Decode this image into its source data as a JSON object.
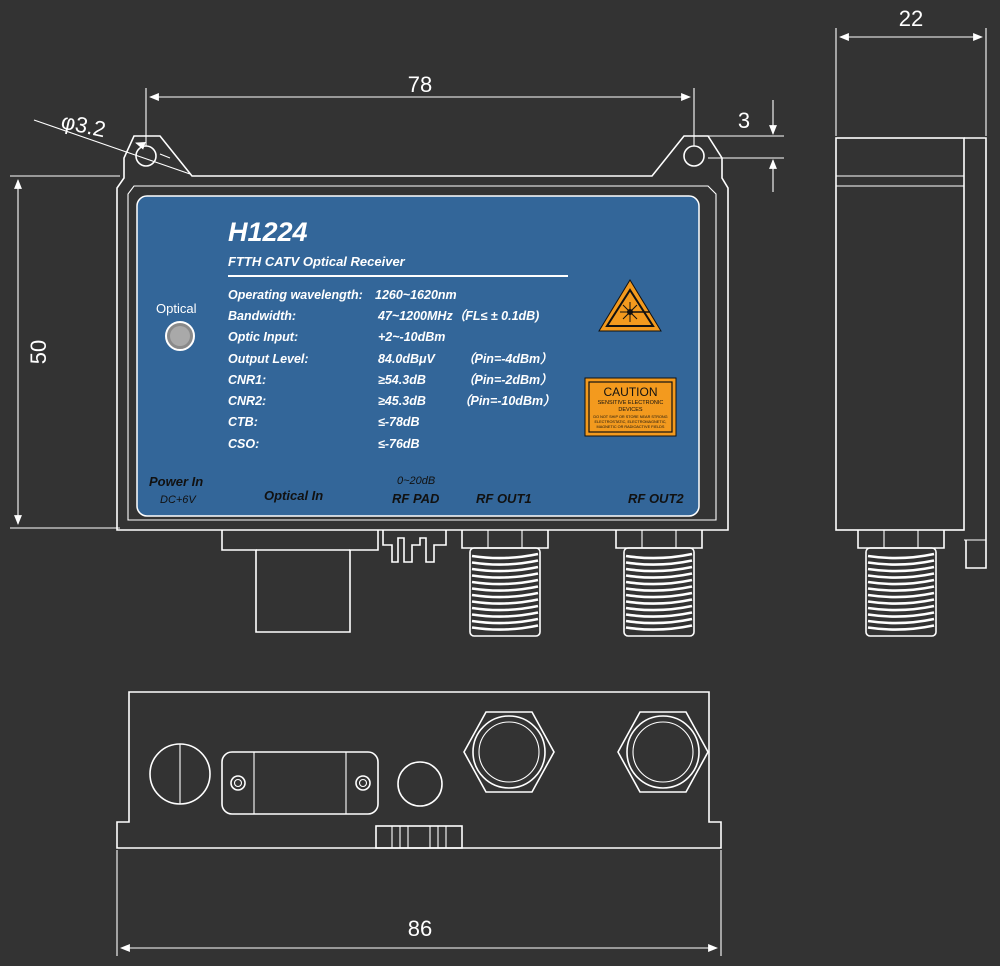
{
  "dimensions": {
    "width_78": "78",
    "hole_dia": "φ3.2",
    "offset_3": "3",
    "height_50": "50",
    "depth_22": "22",
    "width_86": "86"
  },
  "panel": {
    "model": "H1224",
    "subtitle": "FTTH CATV Optical Receiver",
    "optical_indicator": "Optical",
    "specs": [
      {
        "label": "Operating wavelength:",
        "value": "1260~1620nm",
        "note": ""
      },
      {
        "label": "Bandwidth:",
        "value": "47~1200MHz（FL≤ ± 0.1dB)",
        "note": ""
      },
      {
        "label": "Optic Input:",
        "value": "+2~-10dBm",
        "note": ""
      },
      {
        "label": "Output Level:",
        "value": "84.0dBμV",
        "note": "（Pin=-4dBm）"
      },
      {
        "label": "CNR1:",
        "value": "≥54.3dB",
        "note": "（Pin=-2dBm）"
      },
      {
        "label": "CNR2:",
        "value": "≥45.3dB",
        "note": "（Pin=-10dBm）"
      },
      {
        "label": "CTB:",
        "value": "≤-78dB",
        "note": ""
      },
      {
        "label": "CSO:",
        "value": "≤-76dB",
        "note": ""
      }
    ],
    "power_in": "Power In",
    "power_voltage": "DC+6V",
    "optical_in": "Optical In",
    "rf_pad_range": "0~20dB",
    "rf_pad": "RF PAD",
    "rf_out1": "RF OUT1",
    "rf_out2": "RF OUT2"
  },
  "caution": {
    "title": "CAUTION",
    "line1": "SENSITIVE ELECTRONIC",
    "line2": "DEVICES",
    "fine1": "DO NOT SHIP OR STORE NEAR STRONG",
    "fine2": "ELECTROSTATIC, ELECTROMAGNETIC,",
    "fine3": "MAGNETIC OR RADIOACTIVE FIELDS"
  },
  "colors": {
    "background": "#333333",
    "panel_blue": "#336699",
    "warning_orange": "#f39a1e"
  }
}
